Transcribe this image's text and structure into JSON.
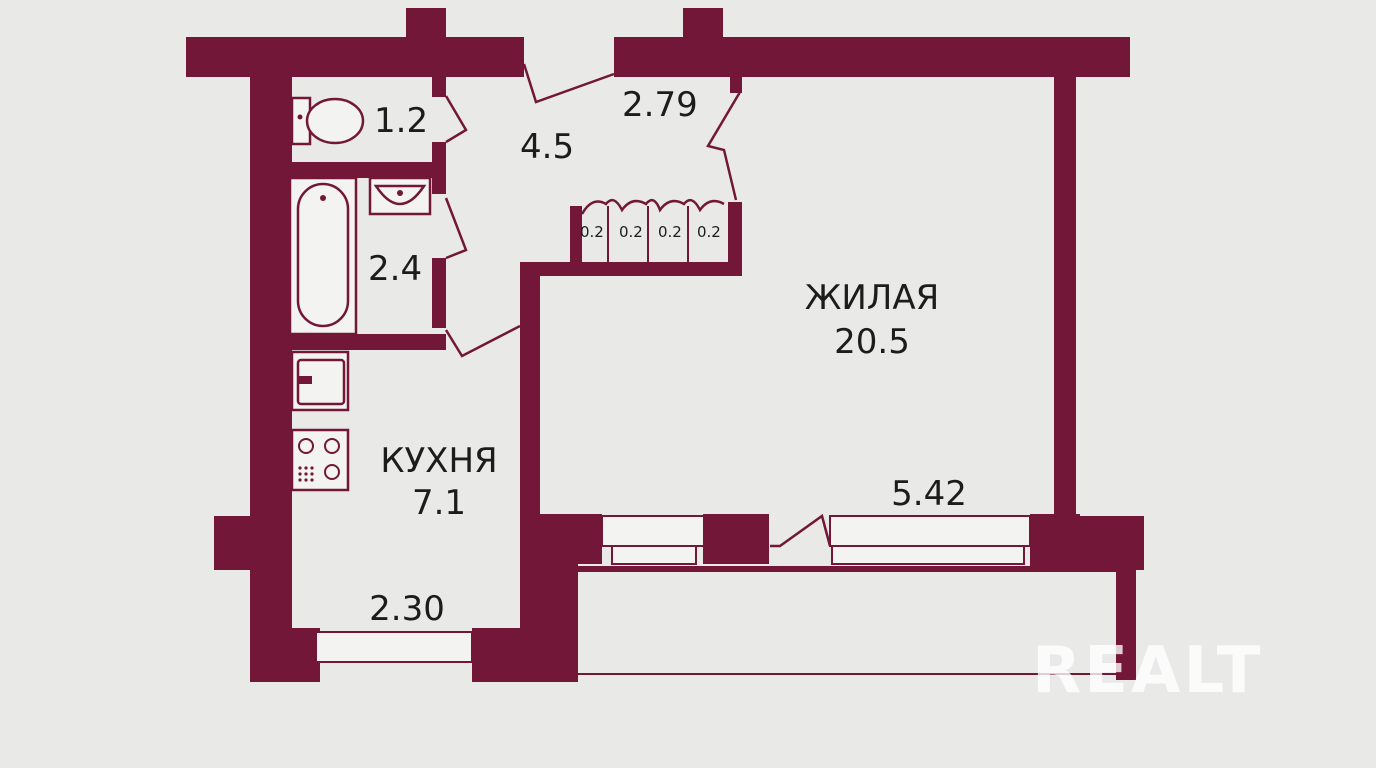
{
  "plan": {
    "rooms": {
      "wc": {
        "area": "1.2"
      },
      "hall": {
        "area": "4.5"
      },
      "bath": {
        "area": "2.4"
      },
      "kitchen": {
        "name": "КУХНЯ",
        "area": "7.1"
      },
      "living": {
        "name": "ЖИЛАЯ",
        "area": "20.5"
      },
      "closets": [
        "0.2",
        "0.2",
        "0.2",
        "0.2"
      ]
    },
    "dimensions": {
      "entry_width": "2.79",
      "living_width": "5.42",
      "kitchen_width": "2.30"
    },
    "colors": {
      "wall": "#721738",
      "background": "#e9eae8"
    }
  },
  "watermark": {
    "text": "REALT"
  }
}
